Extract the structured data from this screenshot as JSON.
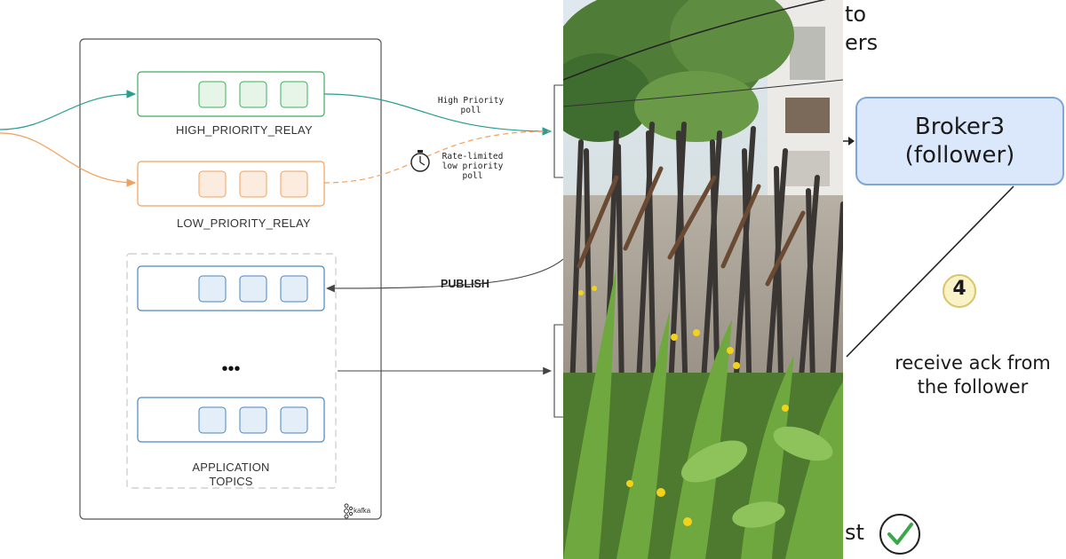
{
  "left": {
    "high_relay_label": "HIGH_PRIORITY_RELAY",
    "low_relay_label": "LOW_PRIORITY_RELAY",
    "app_topics_label_line1": "APPLICATION",
    "app_topics_label_line2": "TOPICS",
    "ellipsis": "•••",
    "high_poll_line1": "High Priority",
    "high_poll_line2": "poll",
    "low_poll_line1": "Rate-limited",
    "low_poll_line2": "low priority",
    "low_poll_line3": "poll",
    "publish_label": "PUBLISH",
    "kafka_label": "kafka",
    "colors": {
      "green": "#3cae5c",
      "orange": "#f2a15c",
      "blue": "#4a86c2",
      "teal": "#2a9d8f",
      "frame": "#555555"
    }
  },
  "right": {
    "top_text_1": "to",
    "top_text_2": "ers",
    "broker_line1": "Broker3",
    "broker_line2": "(follower)",
    "step_number": "4",
    "ack_line1": "receive ack from",
    "ack_line2": "the follower",
    "bottom_text": "st",
    "colors": {
      "broker_fill": "#dbe8fb",
      "broker_border": "#7ea6d9",
      "step_fill": "#fbf3c8",
      "step_border": "#d9c46a",
      "check": "#3aa84a"
    }
  },
  "photo": {
    "description_icon": "garden-fence-photo-icon"
  }
}
